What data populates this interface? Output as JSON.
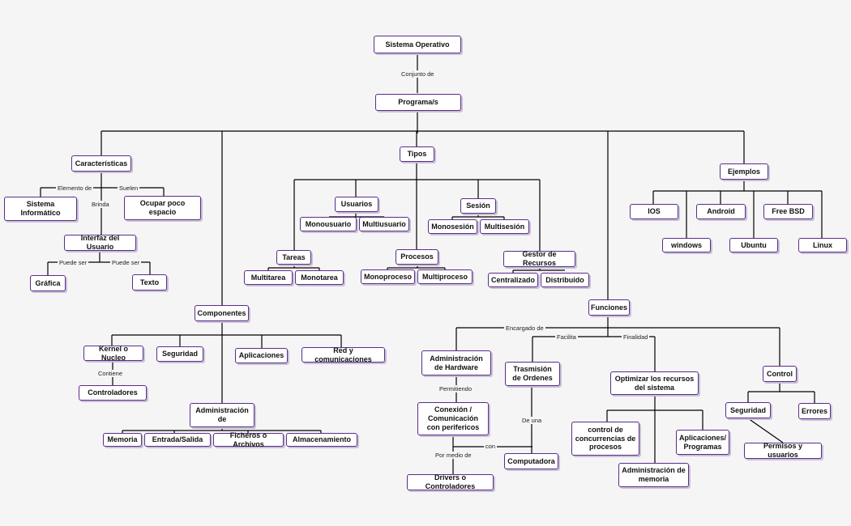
{
  "nodes": {
    "so": "Sistema Operativo",
    "prog": "Programa/s",
    "caract": "Características",
    "sis_inf": "Sistema Informático",
    "ocupar": "Ocupar poco espacio",
    "interfaz": "Interfaz del Usuario",
    "grafica": "Gráfica",
    "texto": "Texto",
    "tipos": "Tipos",
    "usuarios": "Usuarios",
    "monousuario": "Monousuario",
    "multiusuario": "Multiusuario",
    "sesion": "Sesión",
    "monosesion": "Monosesión",
    "multisesion": "Multisesión",
    "tareas": "Tareas",
    "multitarea": "Multitarea",
    "monotarea": "Monotarea",
    "procesos": "Procesos",
    "monoproceso": "Monoproceso",
    "multiproceso": "Multiproceso",
    "gestor": "Gestor de Recursos",
    "centralizado": "Centralizado",
    "distribuido": "Distribuido",
    "ejemplos": "Ejemplos",
    "ios": "IOS",
    "android": "Android",
    "freebsd": "Free BSD",
    "windows": "windows",
    "ubuntu": "Ubuntu",
    "linux": "Linux",
    "componentes": "Componentes",
    "kernel": "Kernel o Nucleo",
    "seguridad_c": "Seguridad",
    "aplicaciones": "Aplicaciones",
    "red": "Red y comunicaciones",
    "controladores": "Controladores",
    "administracion": "Administración de",
    "memoria": "Memoria",
    "entrada": "Entrada/Salida",
    "ficheros": "Ficheros o Archivos",
    "almacenamiento": "Almacenamiento",
    "funciones": "Funciones",
    "adm_hw": "Administración de Hardware",
    "trasmision": "Trasmisión de Ordenes",
    "optimizar": "Optimizar los recursos del sistema",
    "control": "Control",
    "conexion": "Conexión / Comunicación con perifericos",
    "drivers": "Drivers o Controladores",
    "computadora": "Computadora",
    "concurrencias": "control de concurrencias de procesos",
    "apps_prog": "Aplicaciones/ Programas",
    "adm_mem": "Administración de memoria",
    "seguridad_f": "Seguridad",
    "errores": "Errores",
    "permisos": "Permisos y usuarios"
  },
  "labels": {
    "conjunto": "Conjunto de",
    "elemento": "Elemento de",
    "suelen": "Suelen",
    "brinda": "Brinda",
    "puede1": "Puede ser",
    "puede2": "Puede ser",
    "contiene": "Contiene",
    "encargado": "Encargado de",
    "facilita": "Facilita",
    "finalidad": "Finalidad",
    "permitiendo": "Permitiendo",
    "deuna": "De una",
    "con": "con",
    "pormedio": "Por medio de"
  },
  "colors": {
    "border": "#5a2d8a",
    "line": "#000000",
    "background": "#f5f5f5"
  }
}
